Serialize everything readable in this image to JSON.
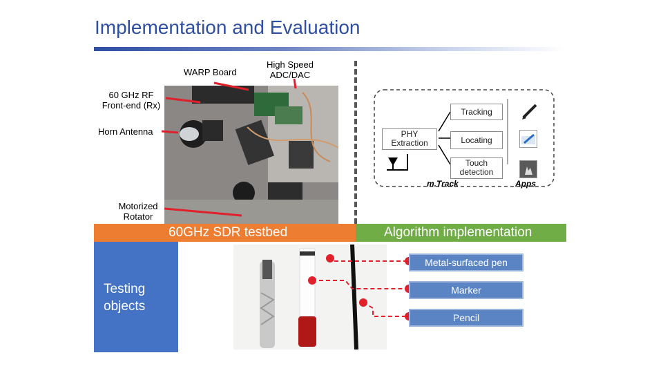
{
  "title": "Implementation and Evaluation",
  "testbed": {
    "labels": {
      "warp": "WARP Board",
      "adc_line1": "High Speed",
      "adc_line2": "ADC/DAC",
      "rf_line1": "60 GHz RF",
      "rf_line2": "Front-end (Rx)",
      "horn": "Horn Antenna",
      "rotator_line1": "Motorized",
      "rotator_line2": "Rotator"
    },
    "caption": "60GHz SDR testbed"
  },
  "algorithm": {
    "phy_line1": "PHY",
    "phy_line2": "Extraction",
    "tracking": "Tracking",
    "locating": "Locating",
    "touch_line1": "Touch",
    "touch_line2": "detection",
    "mtrack": "m.Track",
    "apps": "Apps",
    "caption": "Algorithm implementation",
    "icons": [
      "pen-app-icon",
      "map-pin-app-icon",
      "touch-app-icon"
    ]
  },
  "testing": {
    "label_line1": "Testing",
    "label_line2": "objects",
    "objects": [
      "Metal-surfaced pen",
      "Marker",
      "Pencil"
    ]
  },
  "colors": {
    "title": "#2e4fa3",
    "testbed_bar": "#ed7d31",
    "algorithm_bar": "#70ad47",
    "testing_panel": "#4472c4",
    "object_box": "#5b84c4",
    "callout_red": "#e0202a"
  }
}
